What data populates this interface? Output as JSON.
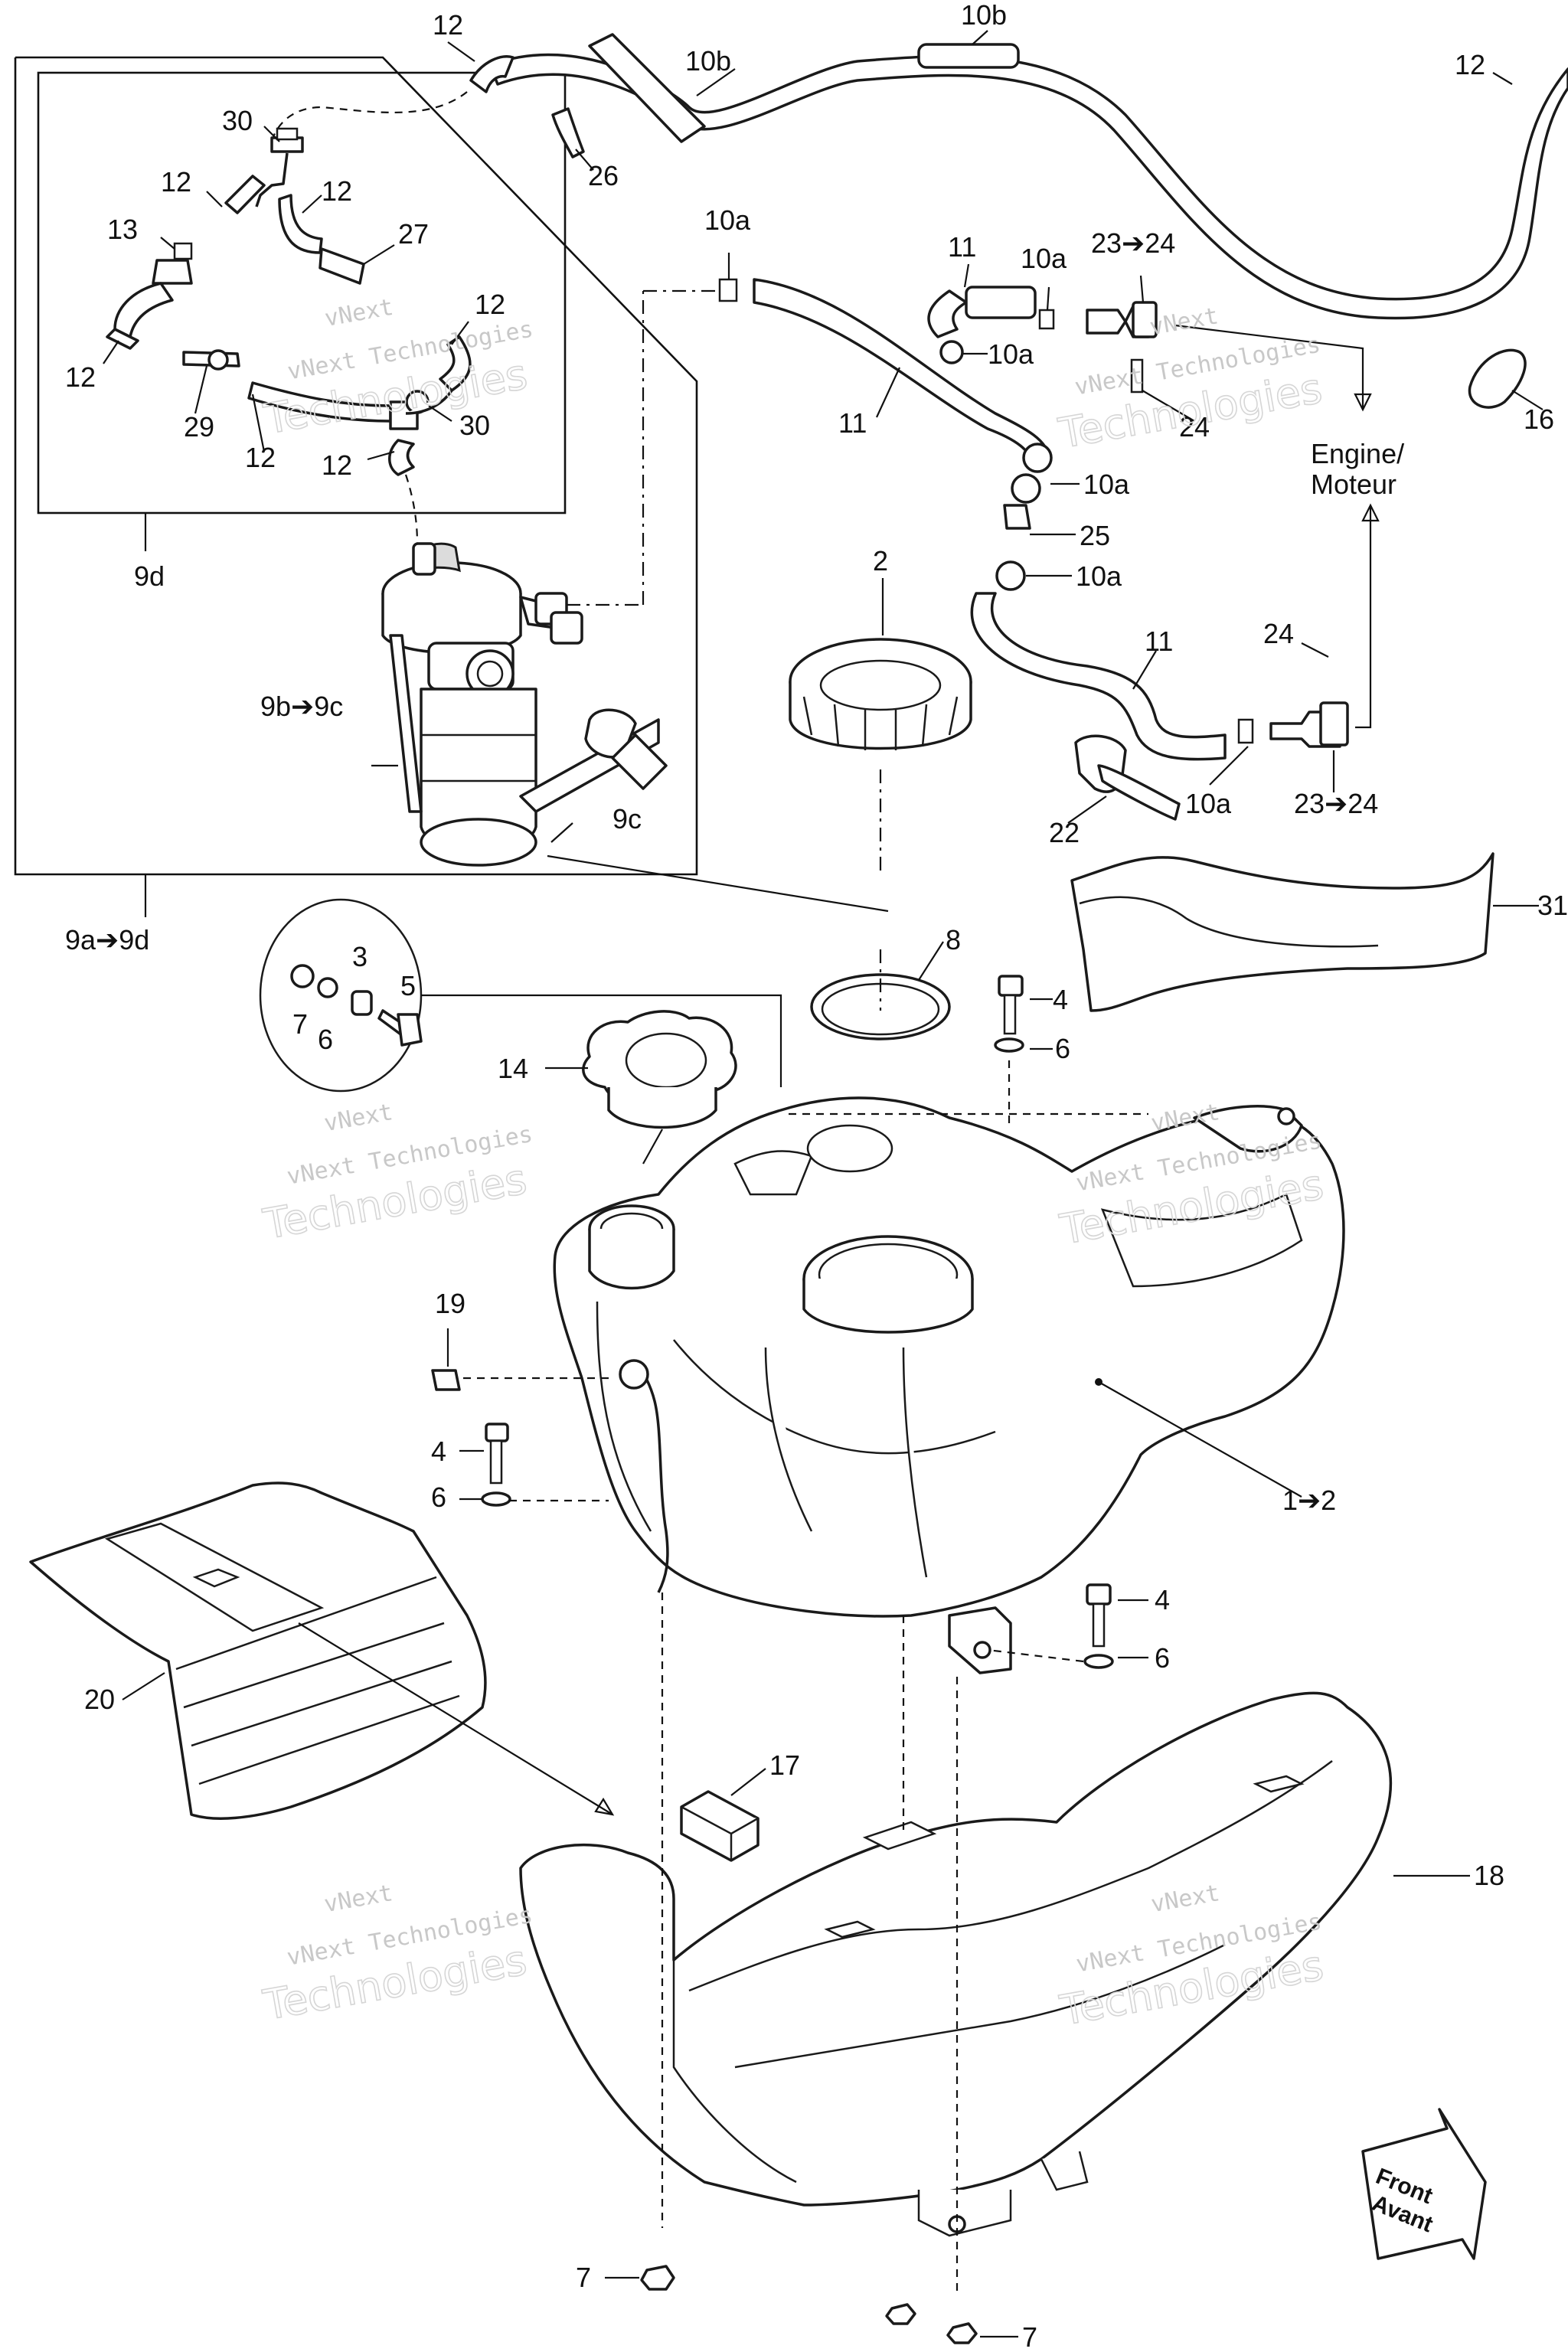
{
  "labels": {
    "l12_top": "12",
    "l10b_a": "10b",
    "l10b_b": "10b",
    "l12_right": "12",
    "l30_a": "30",
    "l12_a": "12",
    "l12_b": "12",
    "l13": "13",
    "l27": "27",
    "l12_c": "12",
    "l12_d": "12",
    "l29": "29",
    "l30_b": "30",
    "l12_e": "12",
    "l12_f": "12",
    "l26": "26",
    "l10a_a": "10a",
    "l11_a": "11",
    "l10a_b": "10a",
    "l23_24_a": "23➔24",
    "l10a_c": "10a",
    "l11_b": "11",
    "l24_a": "24",
    "l16": "16",
    "engine_line1": "Engine/",
    "engine_line2": "Moteur",
    "l10a_d": "10a",
    "l25": "25",
    "l10a_e": "10a",
    "l2": "2",
    "l24_b": "24",
    "l11_c": "11",
    "l9d": "9d",
    "l9b_9c": "9b➔9c",
    "l9c": "9c",
    "l10a_f": "10a",
    "l23_24_b": "23➔24",
    "l22": "22",
    "l31": "31",
    "l9a_9d": "9a➔9d",
    "l8": "8",
    "l3": "3",
    "l5": "5",
    "l7_a": "7",
    "l6_a": "6",
    "l4_a": "4",
    "l6_b": "6",
    "l14": "14",
    "l19": "19",
    "l4_b": "4",
    "l6_c": "6",
    "l1_2": "1➔2",
    "l20": "20",
    "l4_c": "4",
    "l6_d": "6",
    "l17": "17",
    "l18": "18",
    "l7_b": "7",
    "l7_c": "7",
    "front_line1": "Front",
    "front_line2": "Avant"
  },
  "watermark": {
    "line1": "vNext",
    "line2": "vNext Technologies",
    "line3": "Technologies"
  },
  "colors": {
    "ink": "#111111",
    "paper": "#ffffff",
    "shade": "#dcdcdc",
    "watermark": "#c8c8c8"
  }
}
